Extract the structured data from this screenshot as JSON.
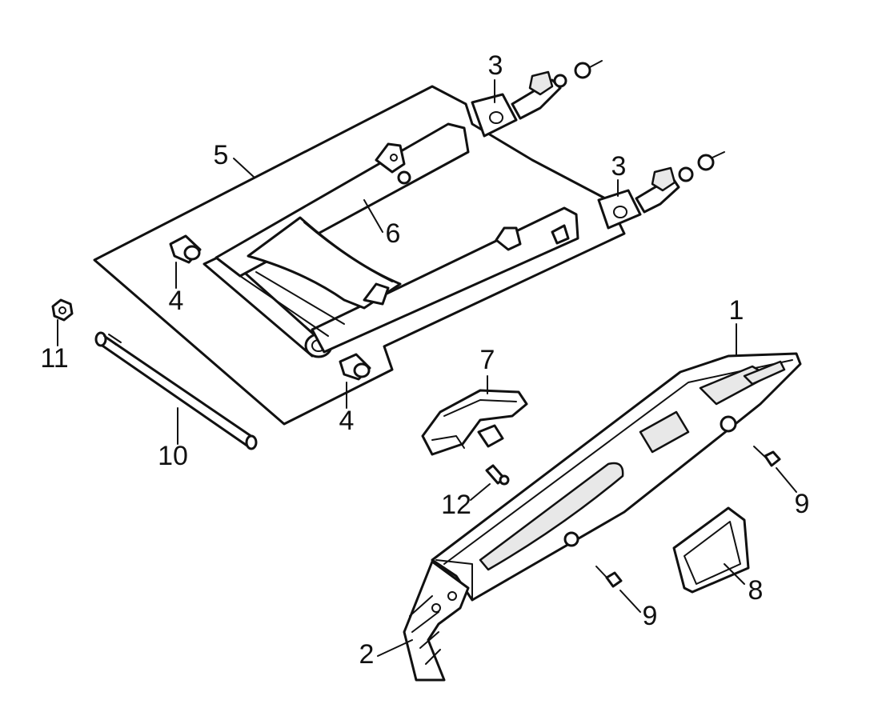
{
  "callouts": [
    {
      "id": "c1",
      "label": "1"
    },
    {
      "id": "c2",
      "label": "2"
    },
    {
      "id": "c3a",
      "label": "3"
    },
    {
      "id": "c3b",
      "label": "3"
    },
    {
      "id": "c4a",
      "label": "4"
    },
    {
      "id": "c4b",
      "label": "4"
    },
    {
      "id": "c5",
      "label": "5"
    },
    {
      "id": "c6",
      "label": "6"
    },
    {
      "id": "c7",
      "label": "7"
    },
    {
      "id": "c8",
      "label": "8"
    },
    {
      "id": "c9a",
      "label": "9"
    },
    {
      "id": "c9b",
      "label": "9"
    },
    {
      "id": "c10",
      "label": "10"
    },
    {
      "id": "c11",
      "label": "11"
    },
    {
      "id": "c12",
      "label": "12"
    }
  ],
  "colors": {
    "ink": "#111111",
    "background": "#ffffff"
  }
}
